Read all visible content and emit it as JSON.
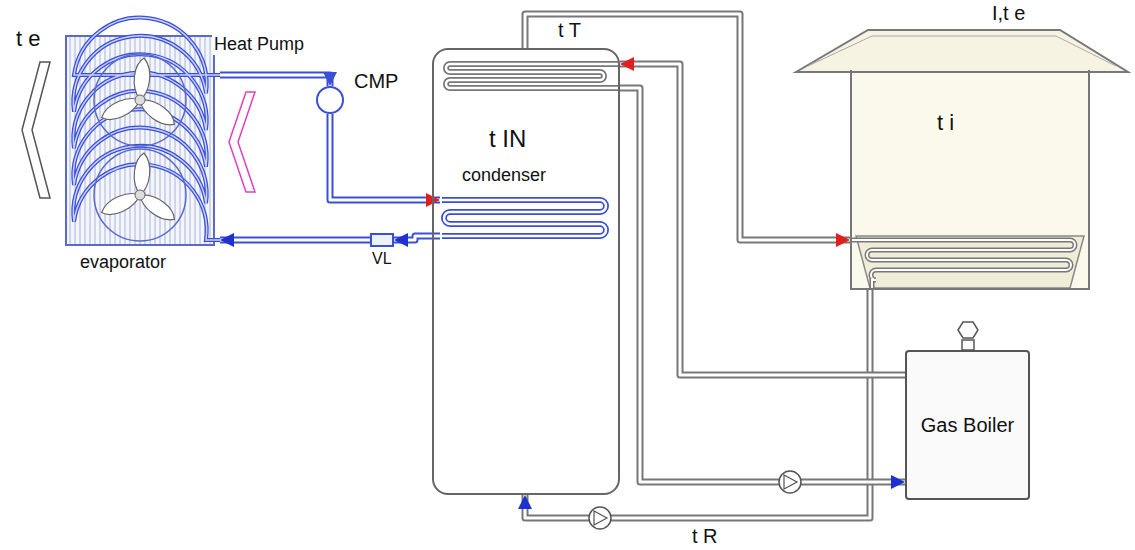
{
  "diagram": {
    "nodes": [
      {
        "text": [
          "evaporator"
        ]
      },
      {
        "text": [
          "CMP"
        ]
      },
      {
        "text": [
          "VL"
        ]
      },
      {
        "text": [
          "t IN"
        ]
      },
      {
        "text": [
          "condenser"
        ],
        "in": 3
      },
      {
        "text": [
          "I,t e",
          "t i"
        ]
      },
      {
        "text": [
          "Gas Boiler"
        ]
      }
    ],
    "edges": [
      {
        "from": 0,
        "to": 1,
        "arrow": "to"
      },
      {
        "from": 1,
        "to": 4,
        "arrow": "to"
      },
      {
        "from": 4,
        "to": 2,
        "arrow": "to"
      },
      {
        "from": 2,
        "to": 0,
        "arrow": "to"
      },
      {
        "from": 3,
        "to": 5,
        "label": "t T",
        "arrow": "to"
      },
      {
        "from": 5,
        "to": 3,
        "label": "t R",
        "arrow": "to"
      },
      {
        "from": 6,
        "to": 3,
        "arrow": "to"
      },
      {
        "from": 3,
        "to": 6,
        "arrow": "to"
      }
    ],
    "labels": [
      "Heat Pump",
      "t e"
    ]
  }
}
